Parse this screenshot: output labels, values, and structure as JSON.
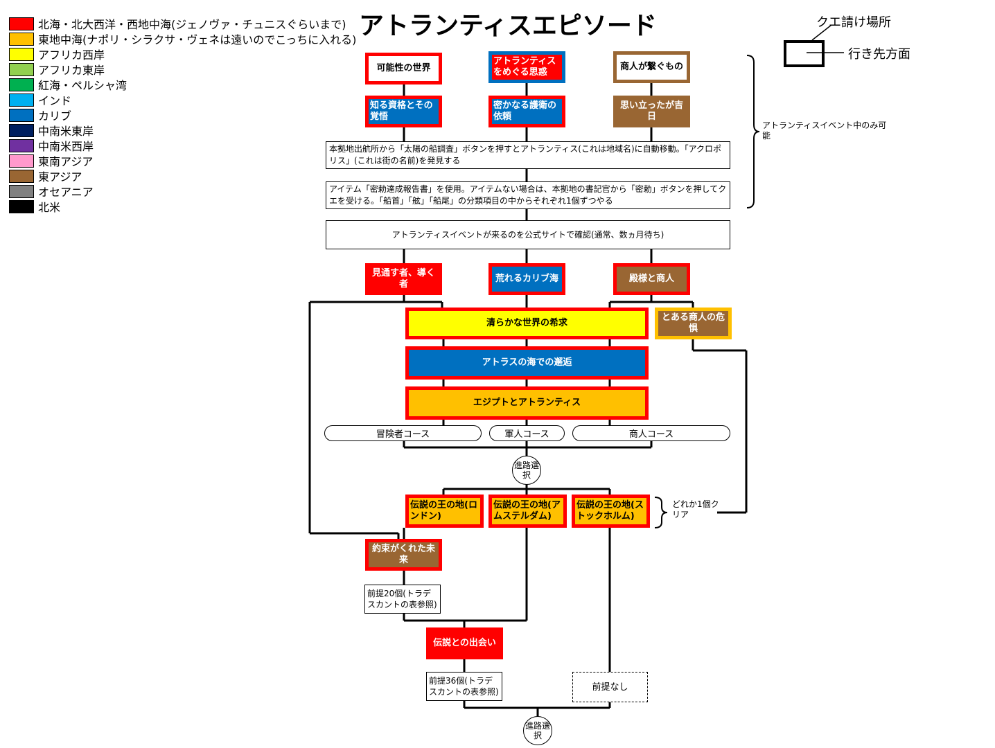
{
  "title": "アトランティスエピソード",
  "legend": [
    {
      "color": "#ff0000",
      "label": "北海・北大西洋・西地中海(ジェノヴァ・チュニスぐらいまで)"
    },
    {
      "color": "#ffc000",
      "label": "東地中海(ナポリ・シラクサ・ヴェネは遠いのでこっちに入れる)"
    },
    {
      "color": "#ffff00",
      "label": "アフリカ西岸"
    },
    {
      "color": "#92d050",
      "label": "アフリカ東岸"
    },
    {
      "color": "#00b050",
      "label": "紅海・ペルシャ湾"
    },
    {
      "color": "#00b0f0",
      "label": "インド"
    },
    {
      "color": "#0070c0",
      "label": "カリブ"
    },
    {
      "color": "#002060",
      "label": "中南米東岸"
    },
    {
      "color": "#7030a0",
      "label": "中南米西岸"
    },
    {
      "color": "#ff99cc",
      "label": "東南アジア"
    },
    {
      "color": "#996633",
      "label": "東アジア"
    },
    {
      "color": "#808080",
      "label": "オセアニア"
    },
    {
      "color": "#000000",
      "label": "北米"
    }
  ],
  "key": {
    "quest_label": "クエ請け場所",
    "dest_label": "行き先方面"
  },
  "bracket_notes": {
    "atlantis_only": "アトランティスイベント中のみ可能",
    "any_one": "どれか1個クリア"
  },
  "quests": {
    "q1": {
      "label": "可能性の世界",
      "fill": "#ffffff",
      "border": "#ff0000",
      "text": "#000000"
    },
    "q2": {
      "label": "アトランティスをめぐる思惑",
      "fill": "#ff0000",
      "border": "#0070c0",
      "text": "#ffffff"
    },
    "q3": {
      "label": "商人が繋ぐもの",
      "fill": "#ffffff",
      "border": "#996633",
      "text": "#000000"
    },
    "q4": {
      "label": "知る資格とその覚悟",
      "fill": "#0070c0",
      "border": "#ff0000",
      "text": "#ffffff"
    },
    "q5": {
      "label": "密かなる護衛の依頼",
      "fill": "#0070c0",
      "border": "#ff0000",
      "text": "#ffffff"
    },
    "q6": {
      "label": "思い立ったが吉日",
      "fill": "#996633",
      "border": "#996633",
      "text": "#ffffff"
    },
    "q7": {
      "label": "見通す者、導く者",
      "fill": "#ff0000",
      "border": "#ff0000",
      "text": "#ffffff"
    },
    "q8": {
      "label": "荒れるカリブ海",
      "fill": "#0070c0",
      "border": "#ff0000",
      "text": "#ffffff"
    },
    "q9": {
      "label": "殿様と商人",
      "fill": "#996633",
      "border": "#ff0000",
      "text": "#ffffff"
    },
    "q10": {
      "label": "清らかな世界の希求",
      "fill": "#ffff00",
      "border": "#ff0000",
      "text": "#000000"
    },
    "q11": {
      "label": "とある商人の危惧",
      "fill": "#996633",
      "border": "#ffc000",
      "text": "#ffffff"
    },
    "q12": {
      "label": "アトラスの海での邂逅",
      "fill": "#0070c0",
      "border": "#ff0000",
      "text": "#ffffff"
    },
    "q13": {
      "label": "エジプトとアトランティス",
      "fill": "#ffc000",
      "border": "#ff0000",
      "text": "#000000"
    },
    "q14": {
      "label": "伝説の王の地(ロンドン)",
      "fill": "#ffc000",
      "border": "#ff0000",
      "text": "#000000"
    },
    "q15": {
      "label": "伝説の王の地(アムステルダム)",
      "fill": "#ffc000",
      "border": "#ff0000",
      "text": "#000000"
    },
    "q16": {
      "label": "伝説の王の地(ストックホルム)",
      "fill": "#ffc000",
      "border": "#ff0000",
      "text": "#000000"
    },
    "q17": {
      "label": "約束がくれた未来",
      "fill": "#996633",
      "border": "#ff0000",
      "text": "#ffffff"
    },
    "q18": {
      "label": "伝説との出会い",
      "fill": "#ff0000",
      "border": "#ff0000",
      "text": "#ffffff"
    }
  },
  "notes": {
    "n1": "本拠地出航所から「太陽の船調査」ボタンを押すとアトランティス(これは地域名)に自動移動。「アクロポリス」(これは街の名前)を発見する",
    "n2": "アイテム「密勅達成報告書」を使用。アイテムない場合は、本拠地の書記官から「密勅」ボタンを押してクエを受ける。「船首」「舷」「船尾」の分類項目の中からそれぞれ1個ずつやる",
    "n3": "アトランティスイベントが来るのを公式サイトで確認(通常、数ヵ月待ち)",
    "pre20": "前提20個(トラデスカントの表参照)",
    "pre36": "前提36個(トラデスカントの表参照)",
    "none": "前提なし"
  },
  "courses": {
    "adventurer": "冒険者コース",
    "military": "軍人コース",
    "merchant": "商人コース"
  },
  "route_select": "進路選択"
}
